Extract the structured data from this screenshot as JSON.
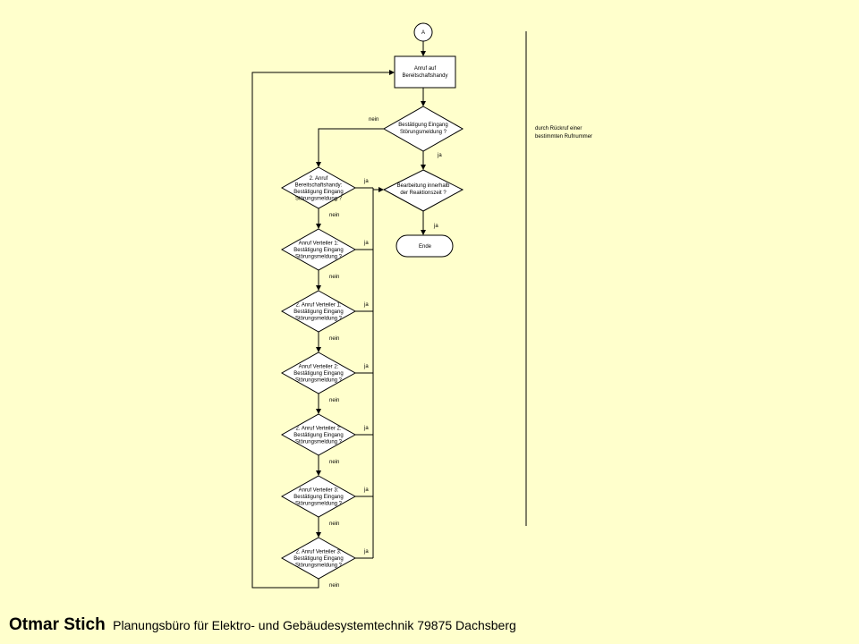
{
  "flowchart": {
    "connector_a": "A",
    "start": [
      "Anruf auf",
      "Bereitschaftshandy"
    ],
    "decision_confirm": [
      "Bestätigung Eingang",
      "Störungsmeldung ?"
    ],
    "decision_reaction": [
      "Bearbeitung innerhalb",
      "der Reaktionszeit ?"
    ],
    "end": "Ende",
    "side_note": [
      "durch Rückruf einer",
      "bestimmten Rufnummer"
    ],
    "loop_decisions": [
      [
        "2. Anruf",
        "Bereitschaftshandy:",
        "Bestätigung Eingang",
        "Störungsmeldung ?"
      ],
      [
        "Anruf Verteiler 1:",
        "Bestätigung Eingang",
        "Störungsmeldung ?"
      ],
      [
        "2. Anruf Verteiler 1:",
        "Bestätigung Eingang",
        "Störungsmeldung ?"
      ],
      [
        "Anruf Verteiler 2:",
        "Bestätigung Eingang",
        "Störungsmeldung ?"
      ],
      [
        "2. Anruf Verteiler 2:",
        "Bestätigung Eingang",
        "Störungsmeldung ?"
      ],
      [
        "Anruf Verteiler 3:",
        "Bestätigung Eingang",
        "Störungsmeldung ?"
      ],
      [
        "2. Anruf Verteiler 3:",
        "Bestätigung Eingang",
        "Störungsmeldung ?"
      ]
    ],
    "label_yes": "ja",
    "label_no": "nein"
  },
  "footer": {
    "name": "Otmar Stich",
    "subtitle": "Planungsbüro für Elektro- und Gebäudesystemtechnik  79875 Dachsberg"
  },
  "colors": {
    "background": "#FFFFCC",
    "symbol_fill": "#FFFFFF",
    "line": "#000000"
  }
}
